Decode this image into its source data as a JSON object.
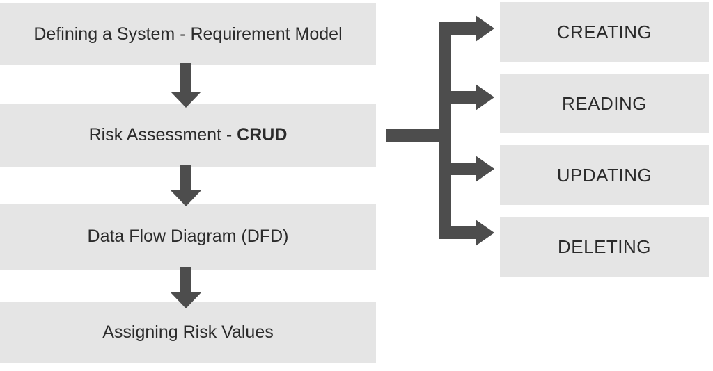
{
  "title": "CRUD risk assessment flow diagram",
  "colors": {
    "background": "#ffffff",
    "box_fill": "#e5e5e5",
    "arrow": "#4d4d4d",
    "text": "#2b2b2b"
  },
  "flow_steps": [
    {
      "label": "Defining a System - Requirement Model"
    },
    {
      "label_prefix": "Risk Assessment - ",
      "label_bold": "CRUD"
    },
    {
      "label": "Data Flow Diagram (DFD)"
    },
    {
      "label": "Assigning Risk Values"
    }
  ],
  "crud_operations": [
    {
      "label": "CREATING"
    },
    {
      "label": "READING"
    },
    {
      "label": "UPDATING"
    },
    {
      "label": "DELETING"
    }
  ]
}
